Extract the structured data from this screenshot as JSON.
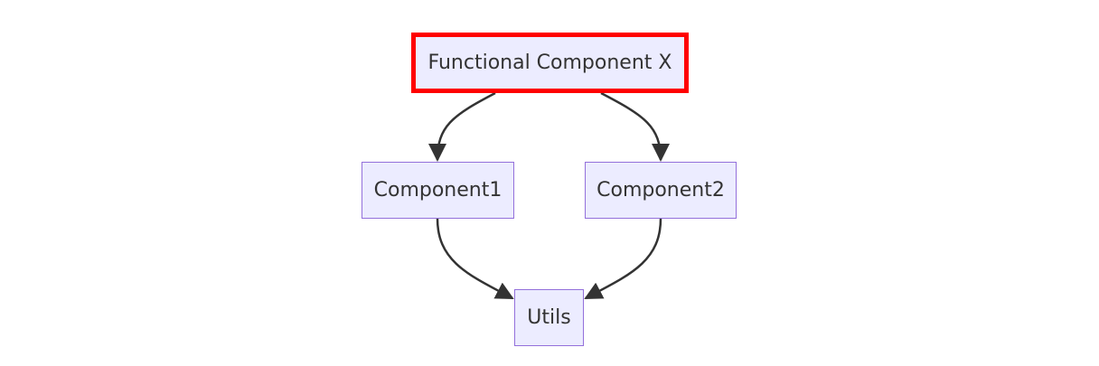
{
  "diagram": {
    "nodes": [
      {
        "id": "x",
        "label": "Functional Component X",
        "highlighted": true,
        "highlight_color": "#ff0000"
      },
      {
        "id": "c1",
        "label": "Component1"
      },
      {
        "id": "c2",
        "label": "Component2"
      },
      {
        "id": "u",
        "label": "Utils"
      }
    ],
    "edges": [
      {
        "from": "x",
        "to": "c1"
      },
      {
        "from": "x",
        "to": "c2"
      },
      {
        "from": "c1",
        "to": "u"
      },
      {
        "from": "c2",
        "to": "u"
      }
    ],
    "colors": {
      "node_fill": "#ECECFF",
      "node_border": "#9370DB",
      "edge": "#333333",
      "text": "#333333"
    }
  }
}
